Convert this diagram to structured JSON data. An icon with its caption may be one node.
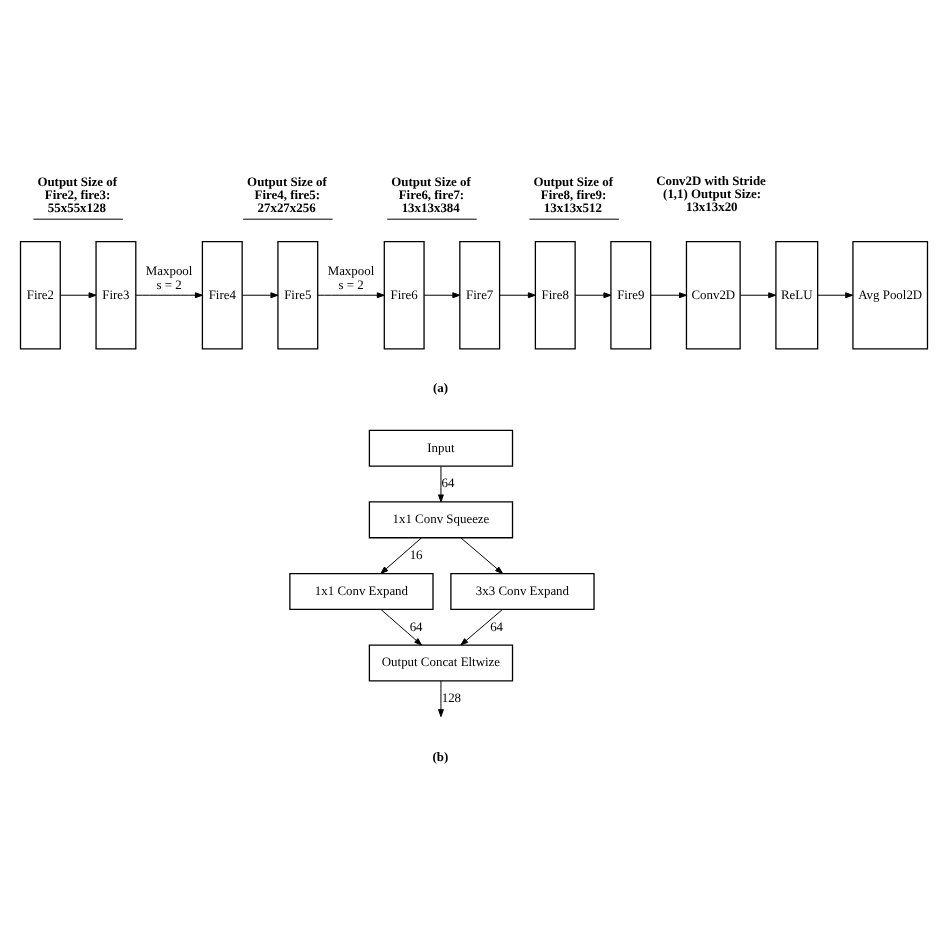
{
  "diagram": {
    "nodes": [
      {
        "text": [
          "Fire2"
        ]
      },
      {
        "text": [
          "Fire3"
        ]
      },
      {
        "text": [
          "Fire4"
        ]
      },
      {
        "text": [
          "Fire5"
        ]
      },
      {
        "text": [
          "Fire6"
        ]
      },
      {
        "text": [
          "Fire7"
        ]
      },
      {
        "text": [
          "Fire8"
        ]
      },
      {
        "text": [
          "Fire9"
        ]
      },
      {
        "text": [
          "Conv2D"
        ]
      },
      {
        "text": [
          "ReLU"
        ]
      },
      {
        "text": [
          "Avg Pool2D"
        ]
      },
      {
        "text": [
          "Input"
        ]
      },
      {
        "text": [
          "1x1 Conv Squeeze"
        ]
      },
      {
        "text": [
          "1x1 Conv Expand"
        ]
      },
      {
        "text": [
          "3x3 Conv Expand"
        ]
      },
      {
        "text": [
          "Output Concat Eltwize"
        ]
      }
    ],
    "edges": [
      {
        "from": 0,
        "to": 1,
        "arrow": "to"
      },
      {
        "from": 1,
        "to": 2,
        "arrow": "to",
        "label": "Maxpool s = 2"
      },
      {
        "from": 2,
        "to": 3,
        "arrow": "to"
      },
      {
        "from": 3,
        "to": 4,
        "arrow": "to",
        "label": "Maxpool s = 2"
      },
      {
        "from": 4,
        "to": 5,
        "arrow": "to"
      },
      {
        "from": 5,
        "to": 6,
        "arrow": "to"
      },
      {
        "from": 6,
        "to": 7,
        "arrow": "to"
      },
      {
        "from": 7,
        "to": 8,
        "arrow": "to"
      },
      {
        "from": 8,
        "to": 9,
        "arrow": "to"
      },
      {
        "from": 9,
        "to": 10,
        "arrow": "to"
      },
      {
        "from": 11,
        "to": 12,
        "arrow": "to",
        "label": "64"
      },
      {
        "from": 12,
        "to": 13,
        "arrow": "to",
        "label": "16"
      },
      {
        "from": 12,
        "to": 14,
        "arrow": "to"
      },
      {
        "from": 13,
        "to": 15,
        "arrow": "to",
        "label": "64"
      },
      {
        "from": 14,
        "to": 15,
        "arrow": "to",
        "label": "64"
      },
      {
        "from": 15,
        "to": null,
        "arrow": "to",
        "label": "128"
      }
    ],
    "labels": [
      "Output Size of Fire2, fire3: 55x55x128",
      "Output Size of Fire4, fire5: 27x27x256",
      "Output Size of Fire6, fire7: 13x13x384",
      "Output Size of Fire8, fire9: 13x13x512",
      "Conv2D with Stride (1,1) Output Size: 13x13x20",
      "(a)",
      "(b)"
    ]
  }
}
